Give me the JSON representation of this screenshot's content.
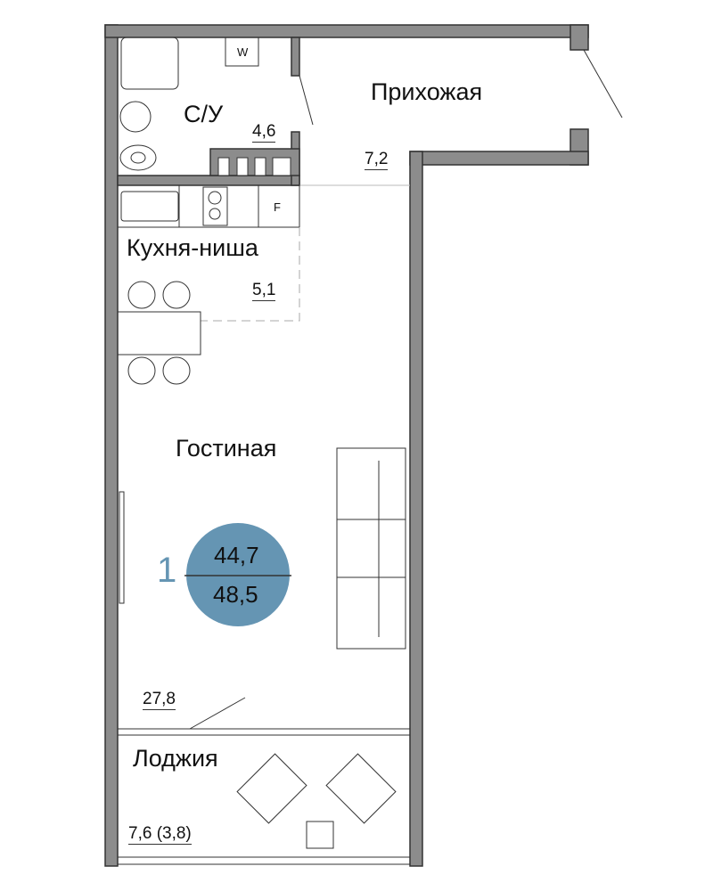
{
  "rooms": {
    "bathroom": {
      "name": "С/У",
      "area": "4,6"
    },
    "hallway": {
      "name": "Прихожая",
      "area": "7,2"
    },
    "kitchen": {
      "name": "Кухня-ниша",
      "area": "5,1"
    },
    "living": {
      "name": "Гостиная",
      "area": "27,8"
    },
    "loggia": {
      "name": "Лоджия",
      "area": "7,6 (3,8)"
    }
  },
  "appliances": {
    "washer": "W",
    "fridge": "F"
  },
  "apartment": {
    "number": "1",
    "living_area": "44,7",
    "total_area": "48,5",
    "accent_color": "#6595b3"
  },
  "colors": {
    "wall": "#8c8c8c",
    "outline": "#333333"
  }
}
